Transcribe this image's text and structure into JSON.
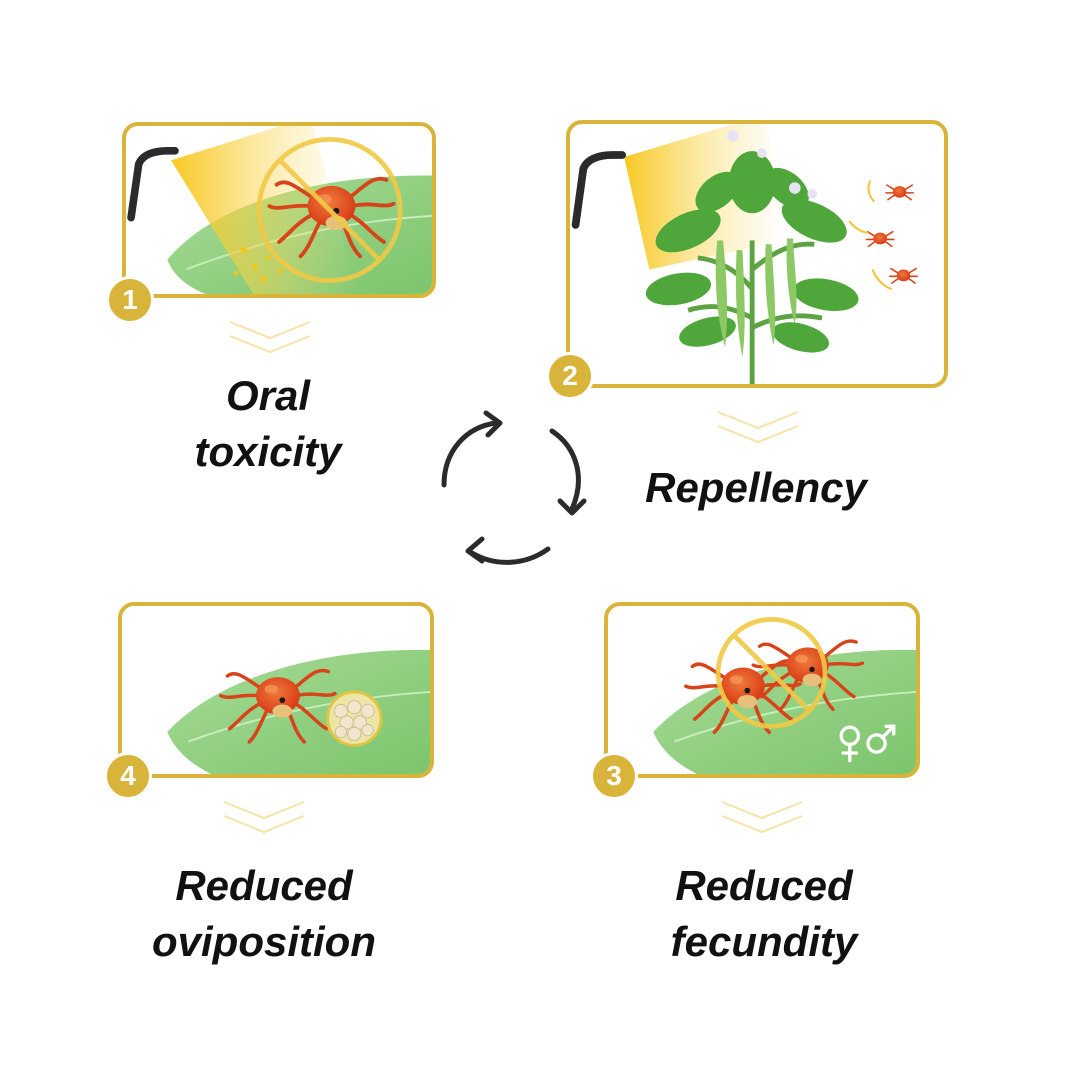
{
  "colors": {
    "accent_gold": "#d9b43a",
    "leaf_green": "#8ccf7e",
    "mite_red": "#e0461c",
    "text": "#111111"
  },
  "steps": [
    {
      "number": "1",
      "label_lines": [
        "Oral",
        "toxicity"
      ],
      "icons": [
        "sprayer-icon",
        "mite-icon",
        "prohibited-icon",
        "leaf-icon"
      ]
    },
    {
      "number": "2",
      "label_lines": [
        "Repellency"
      ],
      "icons": [
        "sprayer-icon",
        "bean-plant-icon",
        "mite-icon"
      ]
    },
    {
      "number": "3",
      "label_lines": [
        "Reduced",
        "fecundity"
      ],
      "icons": [
        "mite-icon",
        "prohibited-icon",
        "female-symbol-icon",
        "male-symbol-icon",
        "leaf-icon"
      ]
    },
    {
      "number": "4",
      "label_lines": [
        "Reduced",
        "oviposition"
      ],
      "icons": [
        "mite-icon",
        "eggs-icon",
        "leaf-icon"
      ]
    }
  ],
  "cycle": {
    "icon": "cycle-arrows-icon",
    "direction": "clockwise"
  }
}
